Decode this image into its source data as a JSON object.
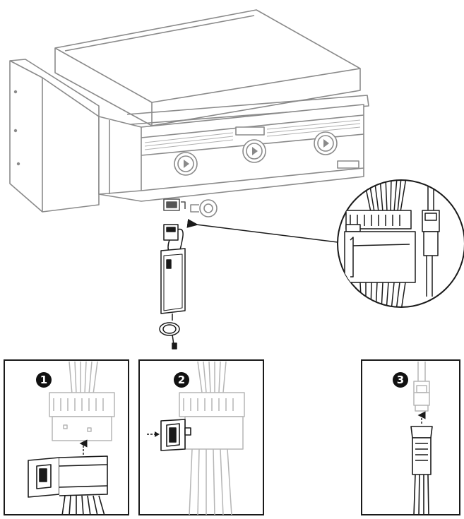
{
  "steps": [
    {
      "number": "1"
    },
    {
      "number": "2"
    },
    {
      "number": "3"
    }
  ],
  "colors": {
    "line_dark": "#1a1a1a",
    "line_light": "#9a9a9a",
    "line_faint": "#bdbdbd",
    "badge_fill": "#111111",
    "paper": "#ffffff"
  },
  "icons": {
    "grill": "grill-appliance",
    "detail_callout": "magnifier-circle-callout",
    "leader_arrow": "arrow-left",
    "power_module": "control-power-box"
  }
}
